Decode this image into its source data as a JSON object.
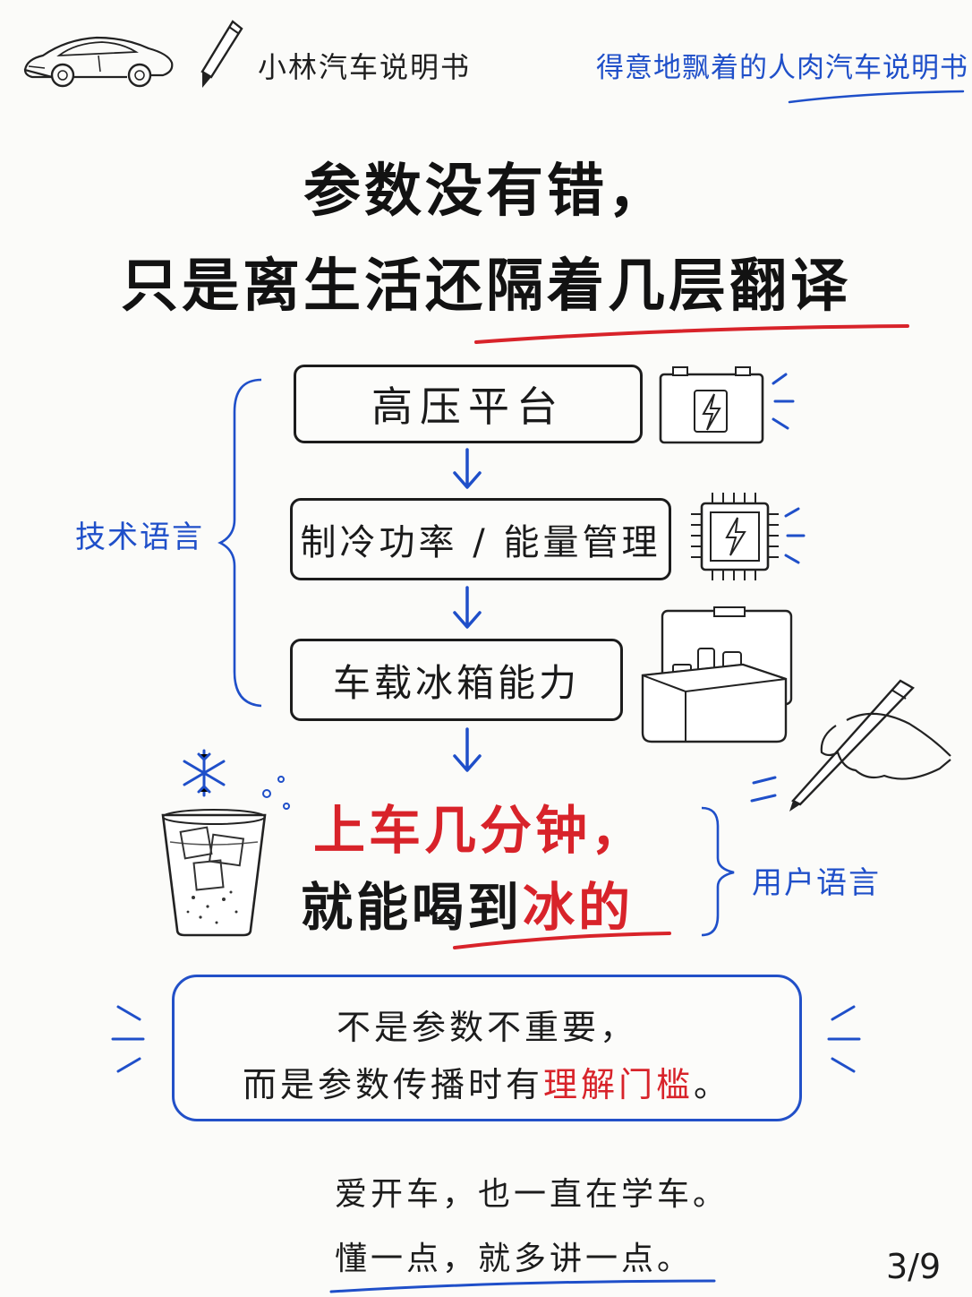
{
  "header": {
    "brand": "小林汽车说明书",
    "slogan": "得意地飘着的人肉汽车说明书"
  },
  "title": {
    "line1": "参数没有错，",
    "line2": "只是离生活还隔着几层翻译"
  },
  "flow": {
    "group_label": "技术语言",
    "steps": [
      {
        "label": "高压平台",
        "icon": "battery-icon"
      },
      {
        "label": "制冷功率 / 能量管理",
        "icon": "chip-icon"
      },
      {
        "label": "车载冰箱能力",
        "icon": "cooler-icon"
      }
    ]
  },
  "result": {
    "line1": "上车几分钟，",
    "line2_prefix": "就能喝到",
    "line2_highlight": "冰的",
    "group_label": "用户语言"
  },
  "note": {
    "line1": "不是参数不重要，",
    "line2_prefix": "而是参数传播时有",
    "line2_highlight": "理解门槛",
    "line2_suffix": "。"
  },
  "footer": {
    "line1": "爱开车，也一直在学车。",
    "line2": "懂一点，就多讲一点。",
    "page": "3/9"
  },
  "colors": {
    "accent_red": "#d8232a",
    "accent_blue": "#1f4fc9",
    "ink": "#1b1b1b"
  }
}
